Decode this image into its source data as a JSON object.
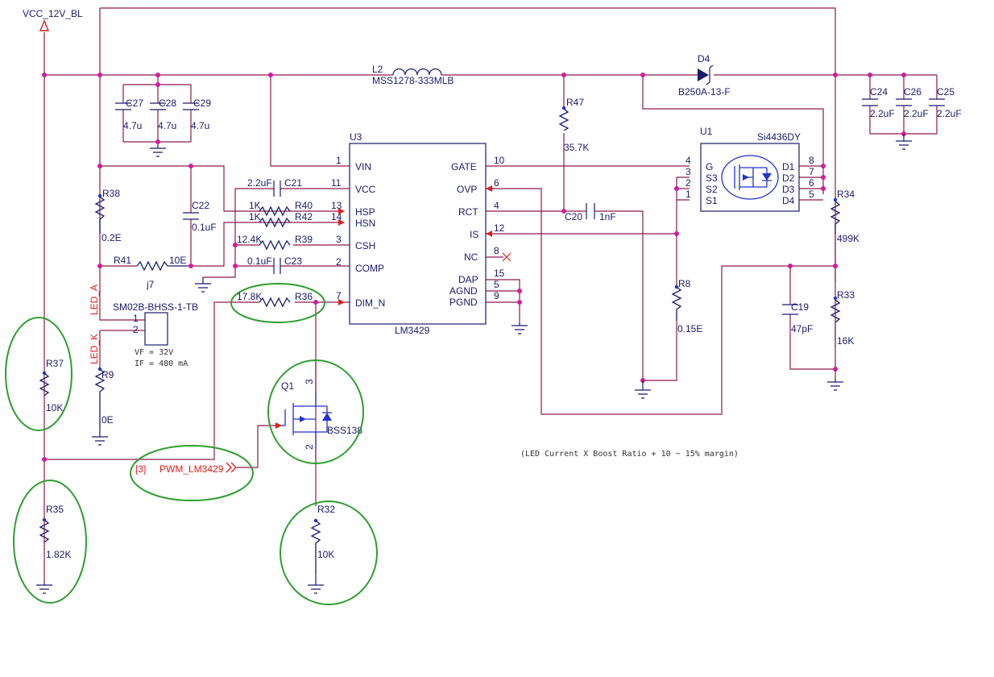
{
  "power": {
    "rail": "VCC_12V_BL"
  },
  "ic_u3": {
    "ref": "U3",
    "part": "LM3429",
    "pins_left": [
      {
        "num": "1",
        "name": "VIN"
      },
      {
        "num": "11",
        "name": "VCC"
      },
      {
        "num": "13",
        "name": "HSP"
      },
      {
        "num": "14",
        "name": "HSN"
      },
      {
        "num": "3",
        "name": "CSH"
      },
      {
        "num": "2",
        "name": "COMP"
      },
      {
        "num": "7",
        "name": "DIM_N"
      }
    ],
    "pins_right": [
      {
        "num": "10",
        "name": "GATE"
      },
      {
        "num": "6",
        "name": "OVP"
      },
      {
        "num": "4",
        "name": "RCT"
      },
      {
        "num": "12",
        "name": "IS"
      },
      {
        "num": "8",
        "name": "NC"
      },
      {
        "num": "15",
        "name": "DAP"
      },
      {
        "num": "5",
        "name": "AGND"
      },
      {
        "num": "9",
        "name": "PGND"
      }
    ]
  },
  "ic_u1": {
    "ref": "U1",
    "part": "Si4436DY",
    "pins_left": [
      {
        "num": "4",
        "name": "G"
      },
      {
        "num": "3",
        "name": "S3"
      },
      {
        "num": "2",
        "name": "S2"
      },
      {
        "num": "1",
        "name": "S1"
      }
    ],
    "pins_right": [
      {
        "num": "8",
        "name": "D1"
      },
      {
        "num": "7",
        "name": "D2"
      },
      {
        "num": "6",
        "name": "D3"
      },
      {
        "num": "5",
        "name": "D4"
      }
    ]
  },
  "inductor": {
    "ref": "L2",
    "value": "MSS1278-333MLB"
  },
  "diode": {
    "ref": "D4",
    "value": "B250A-13-F"
  },
  "capacitors": {
    "c27": {
      "ref": "C27",
      "value": "4.7u"
    },
    "c28": {
      "ref": "C28",
      "value": "4.7u"
    },
    "c29": {
      "ref": "C29",
      "value": "4.7u"
    },
    "c24": {
      "ref": "C24",
      "value": "2.2uF"
    },
    "c26": {
      "ref": "C26",
      "value": "2.2uF"
    },
    "c25": {
      "ref": "C25",
      "value": "2.2uF"
    },
    "c21": {
      "ref": "C21",
      "value": "2.2uF"
    },
    "c22": {
      "ref": "C22",
      "value": "0.1uF"
    },
    "c23": {
      "ref": "C23",
      "value": "0.1uF"
    },
    "c20": {
      "ref": "C20",
      "value": "1nF"
    },
    "c19": {
      "ref": "C19",
      "value": "47pF"
    }
  },
  "resistors": {
    "r47": {
      "ref": "R47",
      "value": "35.7K"
    },
    "r38": {
      "ref": "R38",
      "value": "0.2E"
    },
    "r41": {
      "ref": "R41",
      "value": "10E"
    },
    "r40": {
      "ref": "R40",
      "value": "1K"
    },
    "r42": {
      "ref": "R42",
      "value": "1K"
    },
    "r39": {
      "ref": "R39",
      "value": "12.4K"
    },
    "r36": {
      "ref": "R36",
      "value": "17.8K"
    },
    "r34": {
      "ref": "R34",
      "value": "499K"
    },
    "r33": {
      "ref": "R33",
      "value": "16K"
    },
    "r8": {
      "ref": "R8",
      "value": "0.15E"
    },
    "r37": {
      "ref": "R37",
      "value": "10K"
    },
    "r35": {
      "ref": "R35",
      "value": "1.82K"
    },
    "r9": {
      "ref": "R9",
      "value": "0E"
    },
    "r32": {
      "ref": "R32",
      "value": "10K"
    }
  },
  "jumper": {
    "ref": "j7"
  },
  "connector": {
    "ref": "SM02B-BHSS-1-TB",
    "pin1": "1",
    "pin2": "2",
    "net_a": "LED_A",
    "net_k": "LED_K",
    "note_vf": "VF = 32V",
    "note_if": "IF = 480 mA"
  },
  "transistor": {
    "ref": "Q1",
    "value": "BSS138",
    "pin_d": "3",
    "pin_s": "2"
  },
  "pwm": {
    "sheet": "[3]",
    "net": "PWM_LM3429"
  },
  "note": "(LED Current  X Boost Ratio + 10 ~ 15% margin)"
}
